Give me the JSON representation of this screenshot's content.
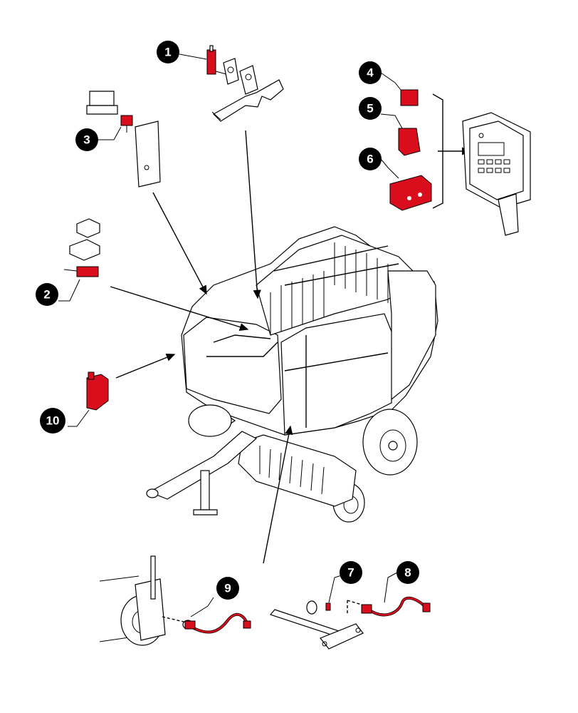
{
  "diagram": {
    "accent_color": "#d90d1c",
    "callouts": [
      {
        "id": "c1",
        "label": "1"
      },
      {
        "id": "c2",
        "label": "2"
      },
      {
        "id": "c3",
        "label": "3"
      },
      {
        "id": "c4",
        "label": "4"
      },
      {
        "id": "c5",
        "label": "5"
      },
      {
        "id": "c6",
        "label": "6"
      },
      {
        "id": "c7",
        "label": "7"
      },
      {
        "id": "c8",
        "label": "8"
      },
      {
        "id": "c9",
        "label": "9"
      },
      {
        "id": "c10",
        "label": "10"
      }
    ]
  }
}
